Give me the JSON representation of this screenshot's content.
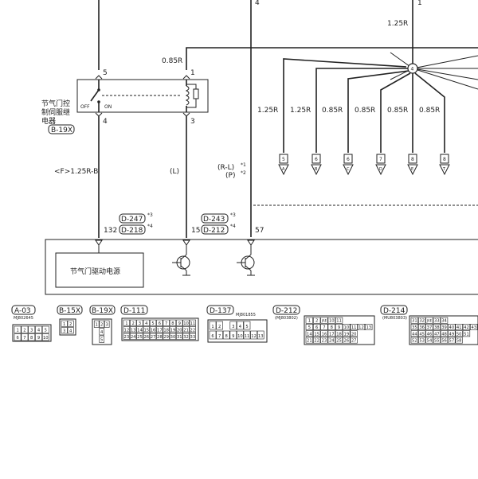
{
  "relay": {
    "name_lines": [
      "节气门控",
      "制伺服继",
      "电器"
    ],
    "tag": "B-19X",
    "switch_off": "OFF",
    "switch_on": "ON",
    "pin_top_left": "5",
    "pin_bottom_left": "4",
    "pin_top_right": "1",
    "pin_bottom_right": "3",
    "wire_top_right": "0.85R"
  },
  "top_pins": {
    "pin_top_center": "4",
    "pin_top_right": "1"
  },
  "joint": {
    "label": "4",
    "trunk_wire": "1.25R",
    "branches": [
      {
        "wire": "1.25R",
        "pin": "5",
        "letter": "A"
      },
      {
        "wire": "1.25R",
        "pin": "6",
        "letter": "B"
      },
      {
        "wire": "0.85R",
        "pin": "6",
        "letter": "C"
      },
      {
        "wire": "0.85R",
        "pin": "7",
        "letter": "D"
      },
      {
        "wire": "0.85R",
        "pin": "8",
        "letter": "E"
      },
      {
        "wire": "0.85R",
        "pin": "8",
        "letter": "T"
      }
    ]
  },
  "wires": {
    "left": "<F>1.25R-B",
    "center": "(L)",
    "right_a": "(R-L)",
    "right_a_note": "*1",
    "right_b": "(P)",
    "right_b_note": "*2"
  },
  "ecu_connectors": {
    "c1_tag_a": "D-247",
    "c1_note_a": "*3",
    "c1_tag_b": "D-218",
    "c1_note_b": "*4",
    "c1_pin": "132",
    "c2_tag_a": "D-243",
    "c2_note_a": "*3",
    "c2_tag_b": "D-212",
    "c2_note_b": "*4",
    "c2_pin": "15",
    "c3_pin": "57"
  },
  "ecu": {
    "inner_label": "节气门驱动电源"
  },
  "connector_views": [
    {
      "tag": "A-03",
      "part": "MJ802645",
      "rows": [
        [
          "1",
          "2",
          "3",
          "4",
          "5"
        ],
        [
          "6",
          "7",
          "8",
          "9",
          "10"
        ]
      ]
    },
    {
      "tag": "B-15X",
      "part": "",
      "rows": [
        [
          "1",
          "2"
        ],
        [
          "3",
          "4"
        ]
      ]
    },
    {
      "tag": "B-19X",
      "part": "",
      "rows": [
        [
          "1",
          "2",
          "3"
        ],
        [
          "4"
        ],
        [
          "5"
        ]
      ]
    },
    {
      "tag": "D-111",
      "part": "",
      "rows": [
        [
          "1",
          "2",
          "3",
          "4",
          "5",
          "6",
          "7",
          "8",
          "9",
          "10",
          "11"
        ],
        [
          "12",
          "13",
          "14",
          "15",
          "16",
          "17",
          "18",
          "19",
          "20",
          "21",
          "22"
        ],
        [
          "23",
          "24",
          "25",
          "26",
          "27",
          "28",
          "29",
          "30",
          "31",
          "32",
          "33"
        ]
      ]
    },
    {
      "tag": "D-137",
      "part": "MJ801855",
      "rows": [
        [
          "1",
          "2",
          "",
          "3",
          "4",
          "5"
        ],
        [
          "6",
          "7",
          "8",
          "9",
          "10",
          "11",
          "12",
          "13"
        ]
      ]
    },
    {
      "tag": "D-212",
      "part": "(MJ803802)",
      "rows": [
        [
          "1",
          "2",
          "JAE",
          "10",
          "11"
        ],
        [
          "5",
          "6",
          "7",
          "8",
          "9",
          "10",
          "11",
          "12",
          "13"
        ],
        [
          "14",
          "15",
          "16",
          "17",
          "18",
          "19",
          "20"
        ],
        [
          "21",
          "22",
          "23",
          "24",
          "25",
          "26",
          "27"
        ]
      ]
    },
    {
      "tag": "D-214",
      "part": "(MU803803)",
      "rows": [
        [
          "31",
          "32",
          "JAE",
          "33",
          "34"
        ],
        [
          "35",
          "36",
          "37",
          "38",
          "39",
          "40",
          "41",
          "42",
          "43"
        ],
        [
          "44",
          "45",
          "46",
          "47",
          "48",
          "49",
          "50",
          "51"
        ],
        [
          "52",
          "53",
          "54",
          "55",
          "56",
          "57",
          "58"
        ]
      ]
    }
  ]
}
